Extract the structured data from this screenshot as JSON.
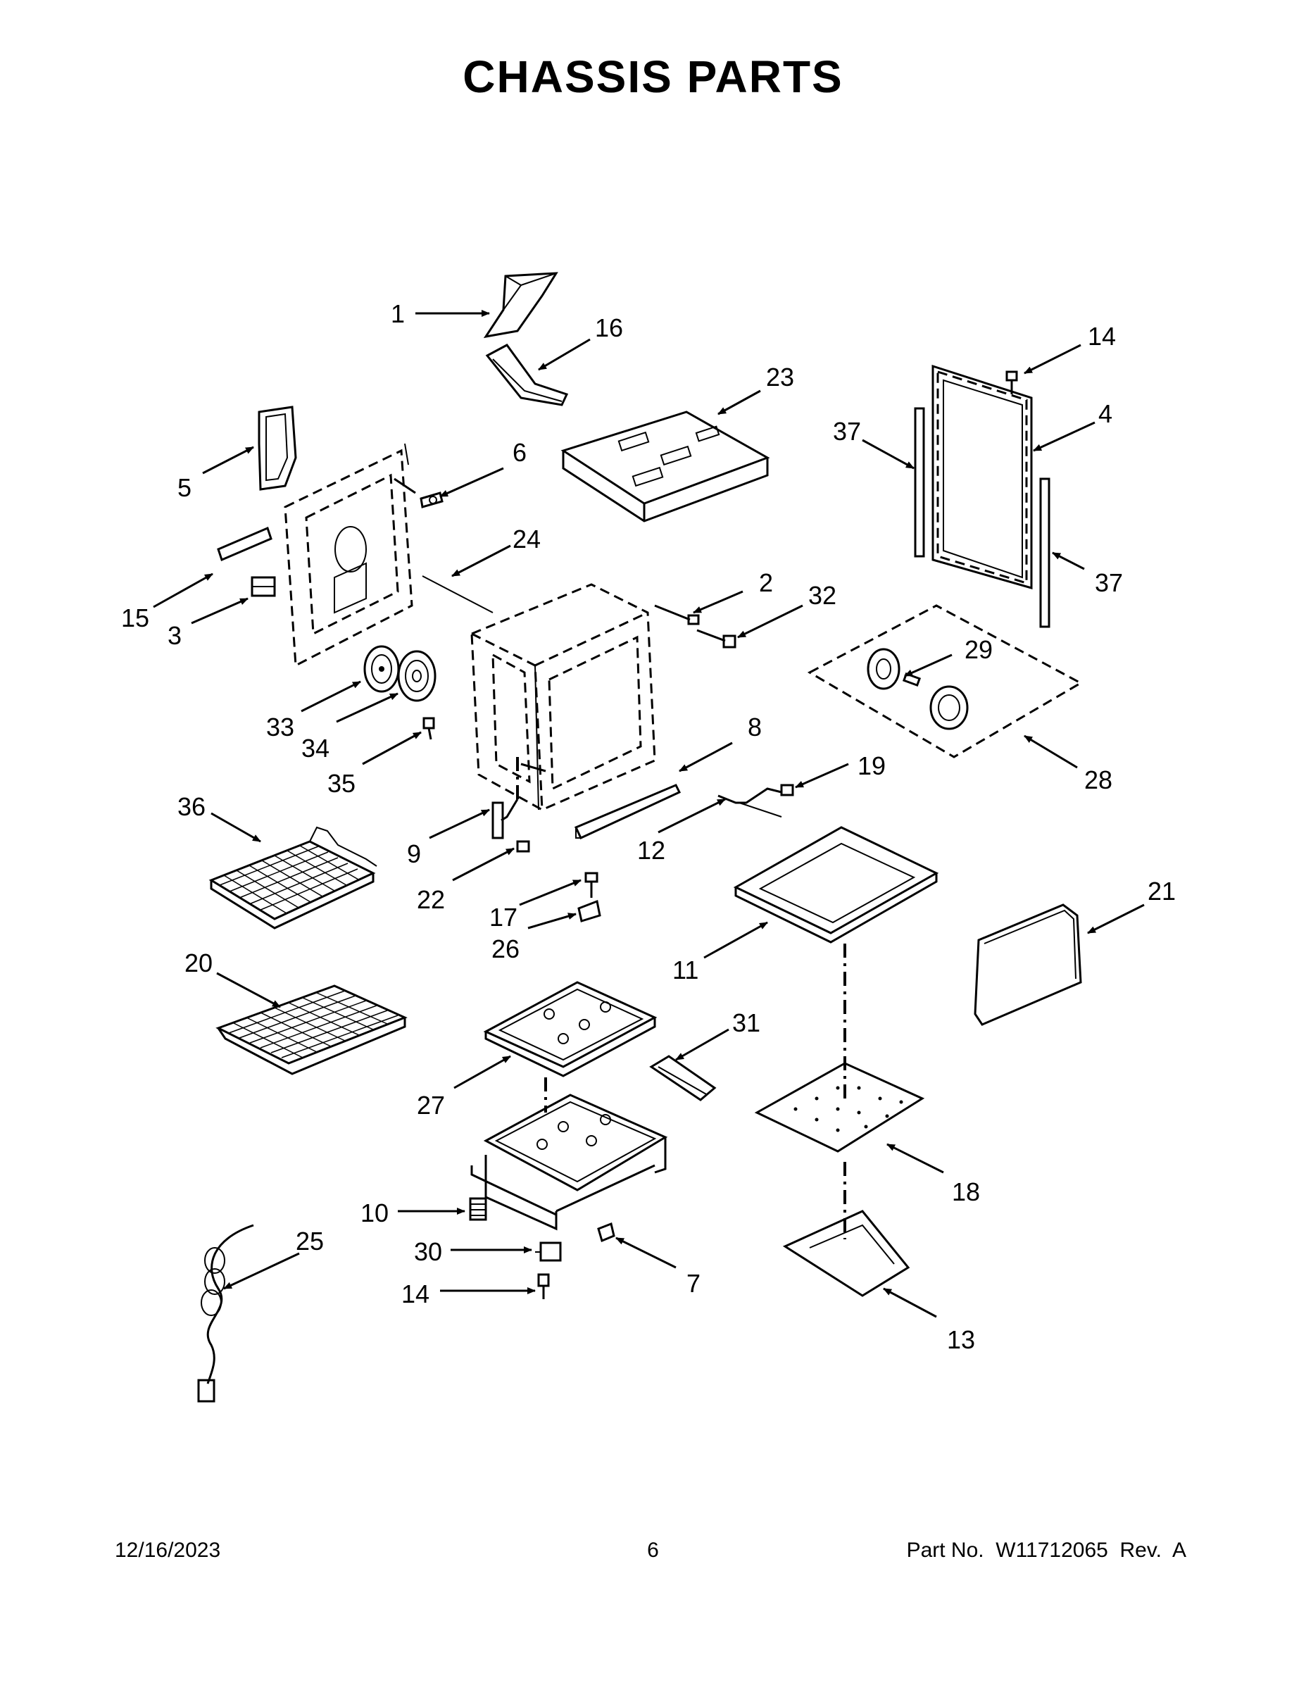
{
  "header": {
    "title": "CHASSIS PARTS"
  },
  "callouts": [
    {
      "id": "c1",
      "label": "1"
    },
    {
      "id": "c16",
      "label": "16"
    },
    {
      "id": "c14a",
      "label": "14"
    },
    {
      "id": "c23",
      "label": "23"
    },
    {
      "id": "c37a",
      "label": "37"
    },
    {
      "id": "c4",
      "label": "4"
    },
    {
      "id": "c5",
      "label": "5"
    },
    {
      "id": "c6",
      "label": "6"
    },
    {
      "id": "c24",
      "label": "24"
    },
    {
      "id": "c37b",
      "label": "37"
    },
    {
      "id": "c15",
      "label": "15"
    },
    {
      "id": "c3",
      "label": "3"
    },
    {
      "id": "c2",
      "label": "2"
    },
    {
      "id": "c32",
      "label": "32"
    },
    {
      "id": "c29",
      "label": "29"
    },
    {
      "id": "c33",
      "label": "33"
    },
    {
      "id": "c34",
      "label": "34"
    },
    {
      "id": "c35",
      "label": "35"
    },
    {
      "id": "c8",
      "label": "8"
    },
    {
      "id": "c28",
      "label": "28"
    },
    {
      "id": "c19",
      "label": "19"
    },
    {
      "id": "c36",
      "label": "36"
    },
    {
      "id": "c9",
      "label": "9"
    },
    {
      "id": "c12",
      "label": "12"
    },
    {
      "id": "c22",
      "label": "22"
    },
    {
      "id": "c17",
      "label": "17"
    },
    {
      "id": "c21",
      "label": "21"
    },
    {
      "id": "c26",
      "label": "26"
    },
    {
      "id": "c11",
      "label": "11"
    },
    {
      "id": "c20",
      "label": "20"
    },
    {
      "id": "c31",
      "label": "31"
    },
    {
      "id": "c27",
      "label": "27"
    },
    {
      "id": "c18",
      "label": "18"
    },
    {
      "id": "c10",
      "label": "10"
    },
    {
      "id": "c25",
      "label": "25"
    },
    {
      "id": "c30",
      "label": "30"
    },
    {
      "id": "c7",
      "label": "7"
    },
    {
      "id": "c14b",
      "label": "14"
    },
    {
      "id": "c13",
      "label": "13"
    }
  ],
  "footer": {
    "date": "12/16/2023",
    "page": "6",
    "part_no": "Part No.  W11712065  Rev.  A"
  }
}
